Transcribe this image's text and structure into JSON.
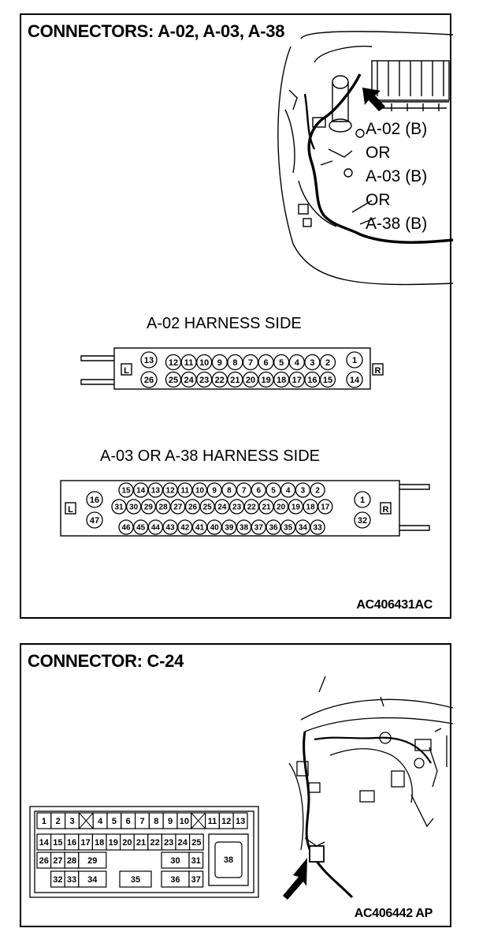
{
  "panel1": {
    "title": "CONNECTORS: A-02, A-03, A-38",
    "callout": [
      "A-02 (B)",
      "OR",
      "A-03 (B)",
      "OR",
      "A-38 (B)"
    ],
    "code": "AC406431AC",
    "a02": {
      "label": "A-02 HARNESS SIDE",
      "side_left": "L",
      "side_right": "R",
      "top_pins": [
        "13",
        "12",
        "11",
        "10",
        "9",
        "8",
        "7",
        "6",
        "5",
        "4",
        "3",
        "2",
        "1"
      ],
      "bottom_pins": [
        "26",
        "25",
        "24",
        "23",
        "22",
        "21",
        "20",
        "19",
        "18",
        "17",
        "16",
        "15",
        "14"
      ]
    },
    "a03": {
      "label": "A-03 OR A-38 HARNESS SIDE",
      "side_left": "L",
      "side_right": "R",
      "row1": [
        "15",
        "14",
        "13",
        "12",
        "11",
        "10",
        "9",
        "8",
        "7",
        "6",
        "5",
        "4",
        "3",
        "2"
      ],
      "row2": [
        "31",
        "30",
        "29",
        "28",
        "27",
        "26",
        "25",
        "24",
        "23",
        "22",
        "21",
        "20",
        "19",
        "18",
        "17"
      ],
      "row3": [
        "46",
        "45",
        "44",
        "43",
        "42",
        "41",
        "40",
        "39",
        "38",
        "37",
        "36",
        "35",
        "34",
        "33"
      ],
      "left_pins": [
        "16",
        "47"
      ],
      "right_pins": [
        "1",
        "32"
      ]
    }
  },
  "panel2": {
    "title": "CONNECTOR: C-24",
    "code": "AC406442 AP",
    "c24": {
      "row1": [
        "1",
        "2",
        "3",
        "",
        "4",
        "5",
        "6",
        "7",
        "8",
        "9",
        "10",
        "",
        "11",
        "12",
        "13"
      ],
      "row2": [
        "14",
        "15",
        "16",
        "17",
        "18",
        "19",
        "20",
        "21",
        "22",
        "23",
        "24",
        "25"
      ],
      "row3": [
        "26",
        "27",
        "28",
        "29",
        "30",
        "31"
      ],
      "row4": [
        "32",
        "33",
        "34",
        "35",
        "36",
        "37"
      ],
      "big": "38"
    }
  }
}
